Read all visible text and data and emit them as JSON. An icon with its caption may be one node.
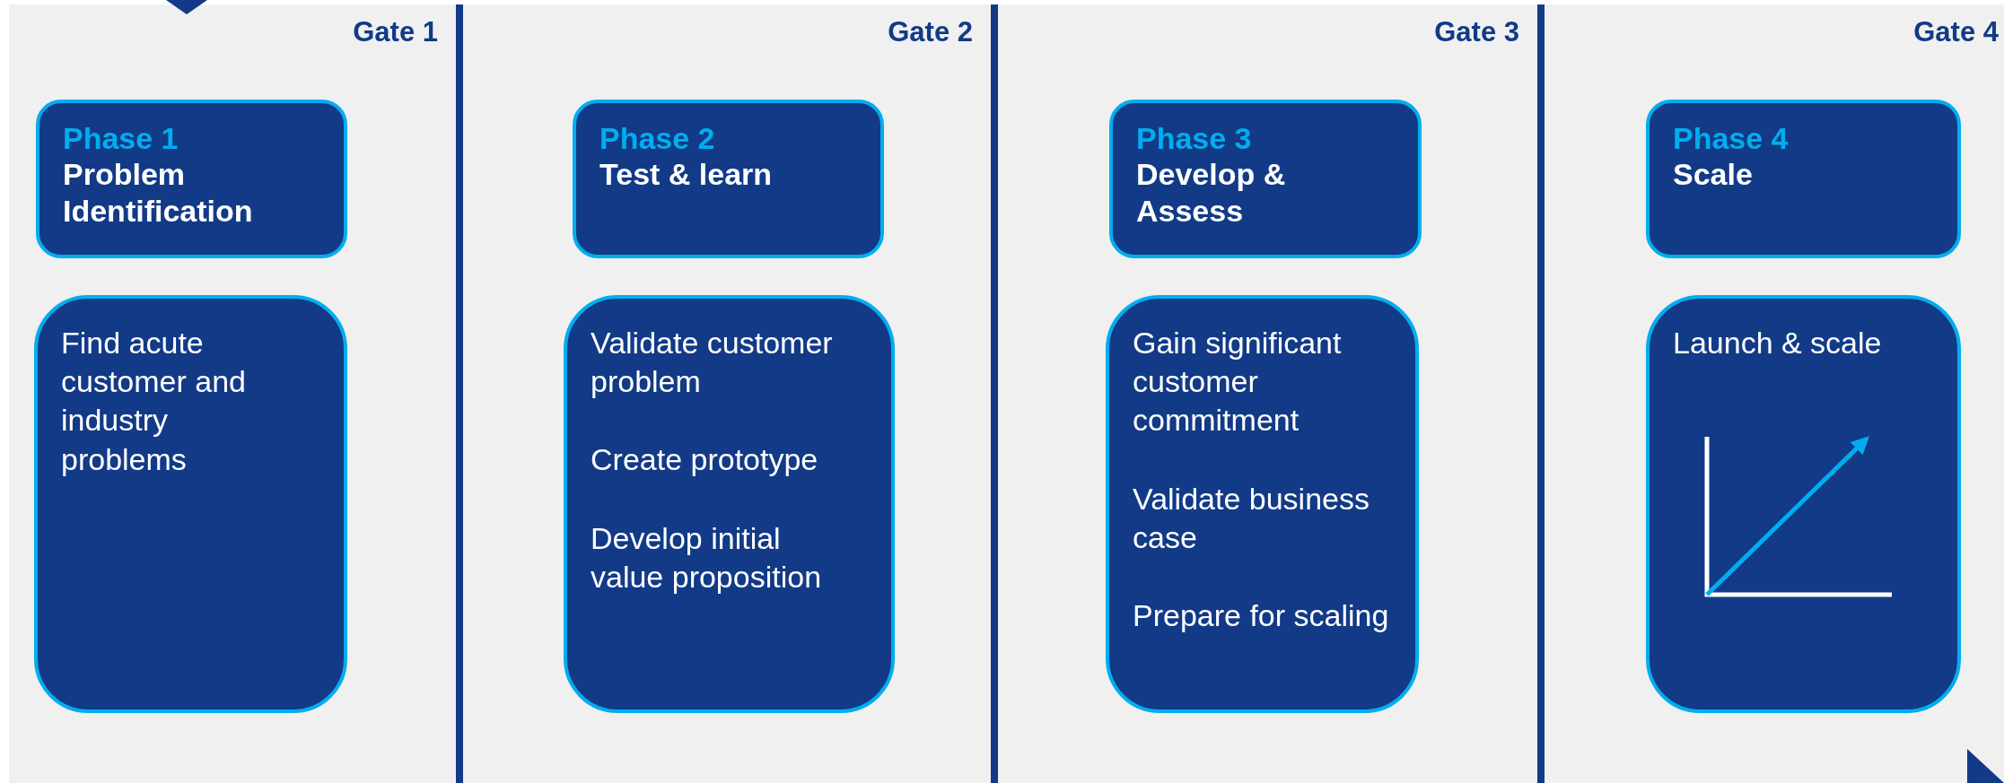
{
  "diagram": {
    "nodes": [
      {
        "text": [
          "Phase 1",
          "Problem Identification"
        ]
      },
      {
        "text": [
          "Find acute customer and industry problems"
        ]
      },
      {
        "text": [
          "Phase 2",
          "Test & learn"
        ]
      },
      {
        "text": [
          "Validate customer problem",
          "Create prototype",
          "Develop initial value proposition"
        ]
      },
      {
        "text": [
          "Phase 3",
          "Develop & Assess"
        ]
      },
      {
        "text": [
          "Gain significant customer commitment",
          "Validate business case",
          "Prepare for scaling"
        ]
      },
      {
        "text": [
          "Phase 4",
          "Scale"
        ]
      },
      {
        "text": [
          "Launch & scale"
        ]
      }
    ],
    "labels": [
      "Gate 1",
      "Gate 2",
      "Gate 3",
      "Gate 4"
    ]
  }
}
